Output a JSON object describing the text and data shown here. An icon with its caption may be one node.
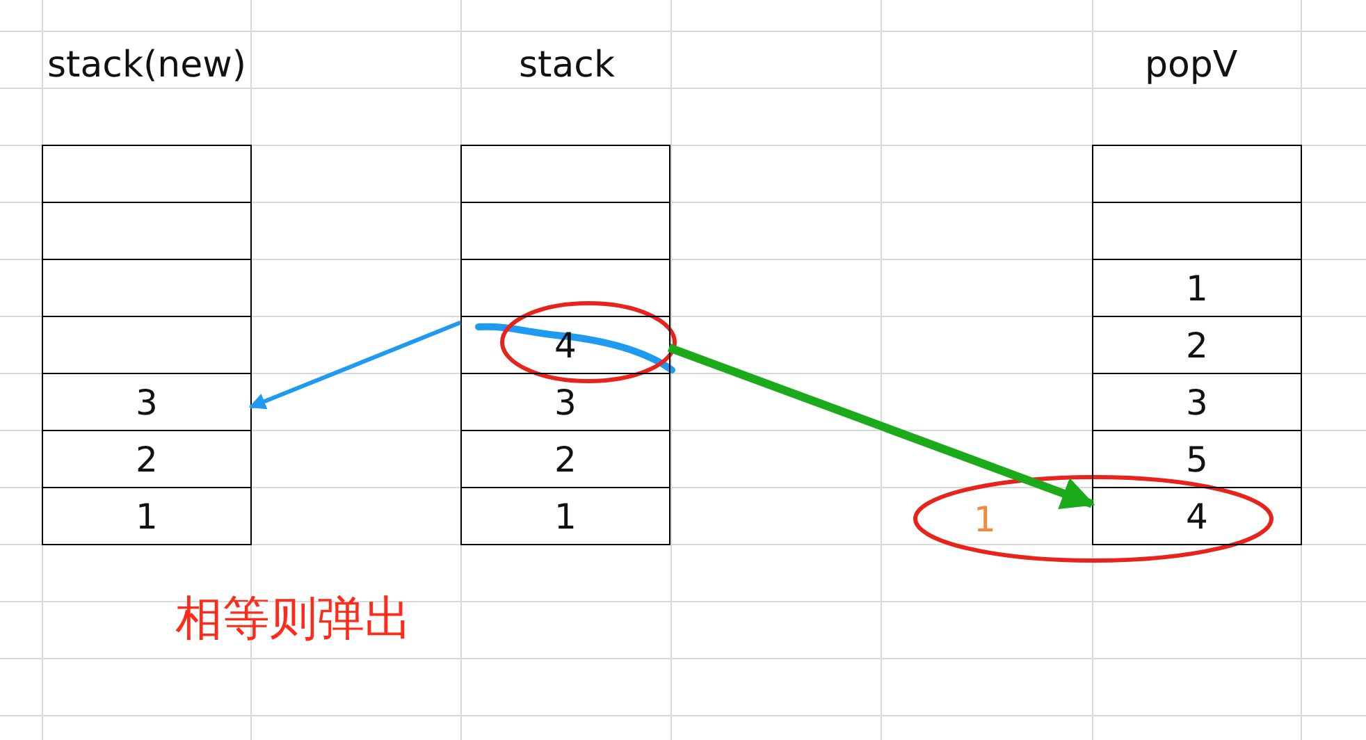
{
  "diagram": {
    "nodes": [
      {
        "text": [],
        "shape": "box"
      },
      {
        "text": [],
        "shape": "box"
      },
      {
        "text": [],
        "shape": "box"
      },
      {
        "text": [],
        "shape": "box"
      },
      {
        "text": [
          "3"
        ]
      },
      {
        "text": [
          "2"
        ]
      },
      {
        "text": [
          "1"
        ]
      },
      {
        "text": [],
        "shape": "box"
      },
      {
        "text": [],
        "shape": "box"
      },
      {
        "text": [],
        "shape": "box"
      },
      {
        "text": [
          "4"
        ]
      },
      {
        "text": [
          "3"
        ]
      },
      {
        "text": [
          "2"
        ]
      },
      {
        "text": [
          "1"
        ]
      },
      {
        "text": [],
        "shape": "box"
      },
      {
        "text": [],
        "shape": "box"
      },
      {
        "text": [
          "1"
        ]
      },
      {
        "text": [
          "2"
        ]
      },
      {
        "text": [
          "3"
        ]
      },
      {
        "text": [
          "5"
        ]
      },
      {
        "text": [
          "4"
        ]
      }
    ],
    "edges": [
      {
        "from": 10,
        "to": 4,
        "arrow": "to",
        "color": "#1e9bf0"
      },
      {
        "from": 10,
        "to": 20,
        "arrow": "to",
        "style": "thick",
        "color": "#1aaa1a"
      }
    ],
    "labels": [
      "stack(new)",
      "stack",
      "popV",
      "1",
      "相等则弹出"
    ]
  }
}
